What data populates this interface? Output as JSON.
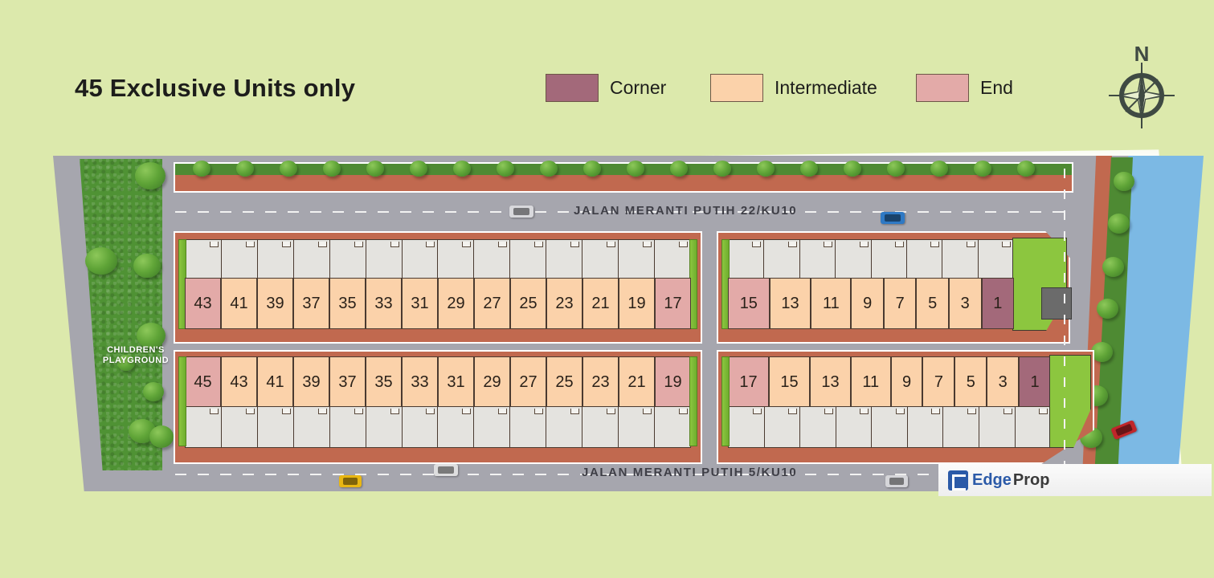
{
  "header": {
    "title": "45 Exclusive Units only"
  },
  "legend": {
    "items": [
      {
        "label": "Corner",
        "color": "#a3697a",
        "key": "corner"
      },
      {
        "label": "Intermediate",
        "color": "#fbd2aa",
        "key": "intermediate"
      },
      {
        "label": "End",
        "color": "#e3aaa8",
        "key": "end"
      }
    ]
  },
  "compass": {
    "north_label": "N",
    "icon": "compass-rose-icon"
  },
  "map": {
    "amenities": [
      {
        "name": "playground",
        "label": "CHILDREN'S\nPLAYGROUND",
        "label_line1": "CHILDREN'S",
        "label_line2": "PLAYGROUND"
      }
    ],
    "roads": [
      {
        "name": "jalan-meranti-putih-22",
        "label": "JALAN MERANTI PUTIH 22/KU10"
      },
      {
        "name": "jalan-meranti-putih-5",
        "label": "JALAN MERANTI PUTIH 5/KU10"
      }
    ],
    "vehicles": [
      {
        "name": "car-white-top",
        "color": "#d8d8dc"
      },
      {
        "name": "car-blue-top",
        "color": "#2f79c4"
      },
      {
        "name": "car-white-bottom-left",
        "color": "#dededf"
      },
      {
        "name": "car-yellow-bottom",
        "color": "#e9b713"
      },
      {
        "name": "car-white-bottom-right",
        "color": "#d5d5d9"
      },
      {
        "name": "car-white-far-right",
        "color": "#d5d5d9"
      },
      {
        "name": "car-red-right",
        "color": "#c0262a"
      }
    ],
    "blocks": [
      {
        "name": "block-top-left",
        "units": [
          {
            "number": "43",
            "type": "end"
          },
          {
            "number": "41",
            "type": "intermediate"
          },
          {
            "number": "39",
            "type": "intermediate"
          },
          {
            "number": "37",
            "type": "intermediate"
          },
          {
            "number": "35",
            "type": "intermediate"
          },
          {
            "number": "33",
            "type": "intermediate"
          },
          {
            "number": "31",
            "type": "intermediate"
          },
          {
            "number": "29",
            "type": "intermediate"
          },
          {
            "number": "27",
            "type": "intermediate"
          },
          {
            "number": "25",
            "type": "intermediate"
          },
          {
            "number": "23",
            "type": "intermediate"
          },
          {
            "number": "21",
            "type": "intermediate"
          },
          {
            "number": "19",
            "type": "intermediate"
          },
          {
            "number": "17",
            "type": "end"
          }
        ]
      },
      {
        "name": "block-top-right",
        "units": [
          {
            "number": "15",
            "type": "end"
          },
          {
            "number": "13",
            "type": "intermediate"
          },
          {
            "number": "11",
            "type": "intermediate"
          },
          {
            "number": "9",
            "type": "intermediate"
          },
          {
            "number": "7",
            "type": "intermediate"
          },
          {
            "number": "5",
            "type": "intermediate"
          },
          {
            "number": "3",
            "type": "intermediate"
          },
          {
            "number": "1",
            "type": "corner"
          }
        ]
      },
      {
        "name": "block-bottom-left",
        "units": [
          {
            "number": "45",
            "type": "end"
          },
          {
            "number": "43",
            "type": "intermediate"
          },
          {
            "number": "41",
            "type": "intermediate"
          },
          {
            "number": "39",
            "type": "intermediate"
          },
          {
            "number": "37",
            "type": "intermediate"
          },
          {
            "number": "35",
            "type": "intermediate"
          },
          {
            "number": "33",
            "type": "intermediate"
          },
          {
            "number": "31",
            "type": "intermediate"
          },
          {
            "number": "29",
            "type": "intermediate"
          },
          {
            "number": "27",
            "type": "intermediate"
          },
          {
            "number": "25",
            "type": "intermediate"
          },
          {
            "number": "23",
            "type": "intermediate"
          },
          {
            "number": "21",
            "type": "intermediate"
          },
          {
            "number": "19",
            "type": "end"
          }
        ]
      },
      {
        "name": "block-bottom-right",
        "units": [
          {
            "number": "17",
            "type": "end"
          },
          {
            "number": "15",
            "type": "intermediate"
          },
          {
            "number": "13",
            "type": "intermediate"
          },
          {
            "number": "11",
            "type": "intermediate"
          },
          {
            "number": "9",
            "type": "intermediate"
          },
          {
            "number": "7",
            "type": "intermediate"
          },
          {
            "number": "5",
            "type": "intermediate"
          },
          {
            "number": "3",
            "type": "intermediate"
          },
          {
            "number": "1",
            "type": "corner"
          }
        ]
      }
    ]
  },
  "watermark": {
    "brand_first": "Edge",
    "brand_second": "Prop"
  },
  "colors": {
    "background": "#dce9ac",
    "asphalt": "#a6a6ae",
    "kerb": "#c1694f",
    "grass": "#4f9234",
    "water": "#7cb9e4",
    "corner": "#a3697a",
    "intermediate": "#fbd2aa",
    "end": "#e3aaa8"
  }
}
